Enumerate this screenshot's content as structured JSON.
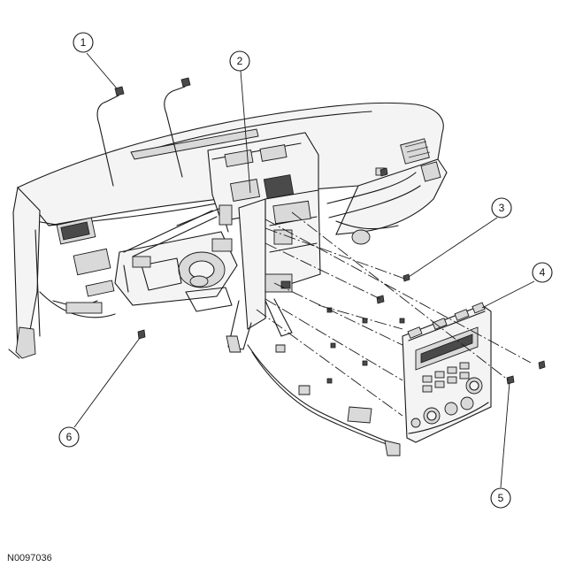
{
  "callouts": [
    {
      "number": "1"
    },
    {
      "number": "2"
    },
    {
      "number": "3"
    },
    {
      "number": "4"
    },
    {
      "number": "5"
    },
    {
      "number": "6"
    }
  ],
  "figure_id": "N0097036"
}
